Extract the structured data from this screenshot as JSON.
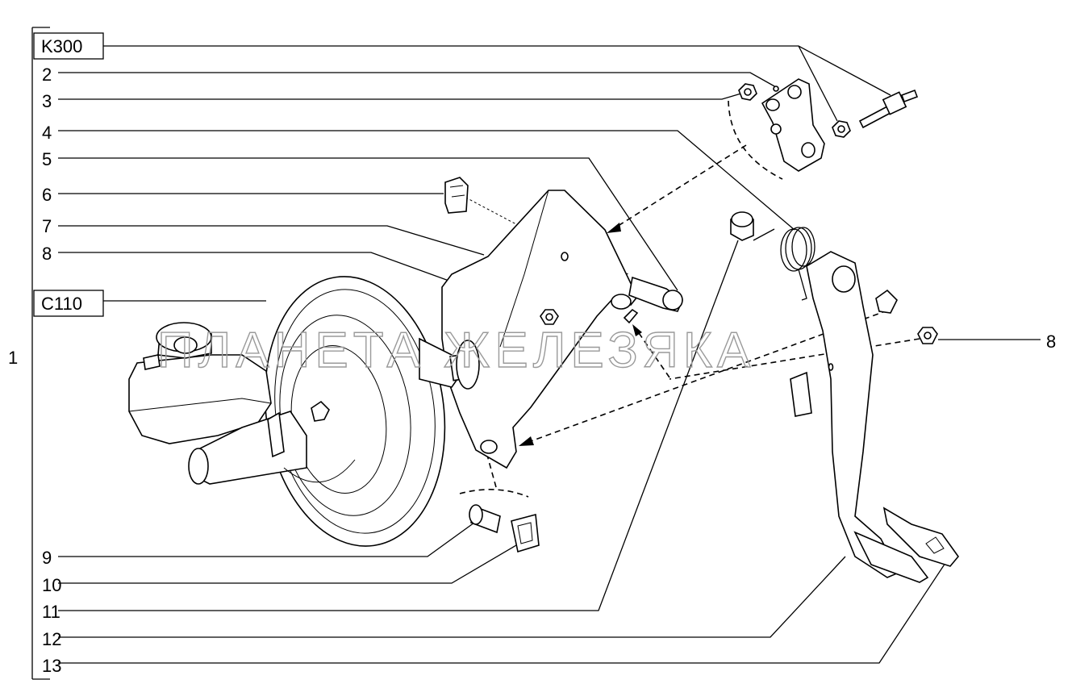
{
  "diagram": {
    "group_label": "1",
    "codes": [
      "K300",
      "C110"
    ],
    "callouts": [
      "2",
      "3",
      "4",
      "5",
      "6",
      "7",
      "8",
      "9",
      "10",
      "11",
      "12",
      "13"
    ],
    "right_callout": "8",
    "watermark": "ПЛАНЕТА ЖЕЛЕЗЯКА"
  }
}
